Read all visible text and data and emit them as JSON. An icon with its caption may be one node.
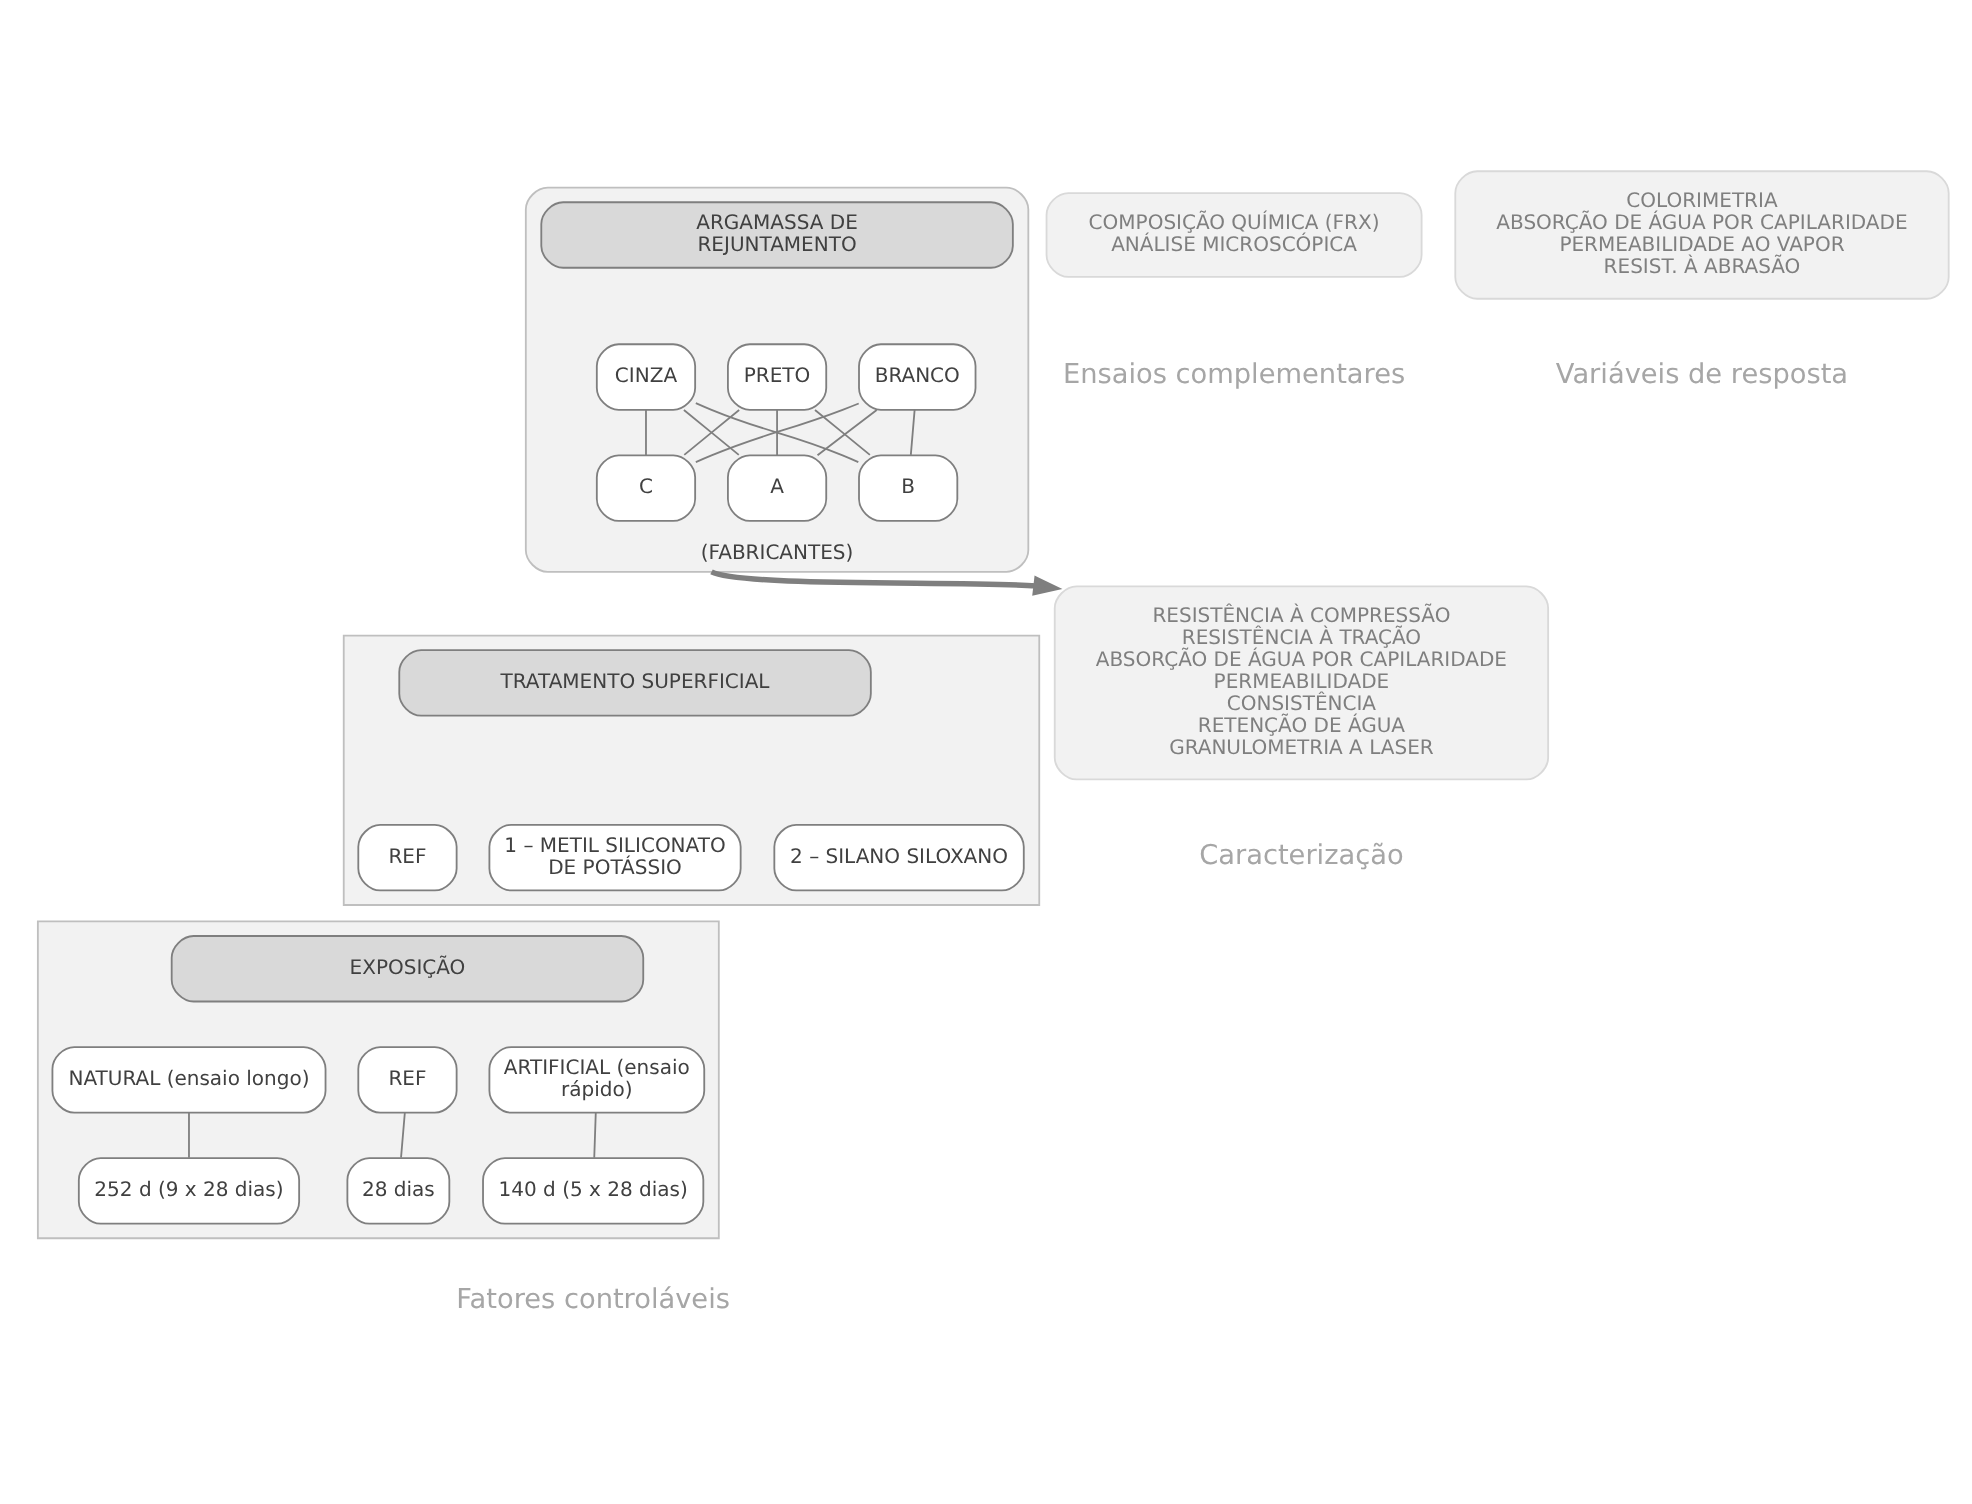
{
  "diagram": {
    "nodes": [
      {
        "text": [
          "(FABRICANTES)"
        ]
      },
      {
        "text": [
          "ARGAMASSA DE REJUNTAMENTO"
        ],
        "in": 0
      },
      {
        "text": [
          "BRANCO"
        ],
        "in": 0
      },
      {
        "text": [
          "CINZA"
        ],
        "in": 0
      },
      {
        "text": [
          "PRETO"
        ],
        "in": 0
      },
      {
        "text": [
          "A"
        ],
        "in": 0
      },
      {
        "text": [
          "B"
        ],
        "in": 0
      },
      {
        "text": [
          "C"
        ],
        "in": 0
      },
      {
        "text": [],
        "shape": "box"
      },
      {
        "text": [
          "TRATAMENTO SUPERFICIAL"
        ],
        "in": 8
      },
      {
        "text": [
          "1 – METIL SILICONATO DE POTÁSSIO"
        ],
        "in": 8
      },
      {
        "text": [
          "2 – SILANO SILOXANO"
        ],
        "in": 8
      },
      {
        "text": [
          "REF"
        ],
        "in": 8
      },
      {
        "text": [],
        "shape": "box"
      },
      {
        "text": [
          "EXPOSIÇÃO"
        ],
        "in": 13
      },
      {
        "text": [
          "NATURAL (ensaio longo)"
        ],
        "in": 13
      },
      {
        "text": [
          "REF"
        ],
        "in": 13
      },
      {
        "text": [
          "ARTIFICIAL (ensaio rápido)"
        ],
        "in": 13
      },
      {
        "text": [
          "252 d (9 x 28 dias)"
        ],
        "in": 13
      },
      {
        "text": [
          "28 dias"
        ],
        "in": 13
      },
      {
        "text": [
          "140 d (5 x 28 dias)"
        ],
        "in": 13
      },
      {
        "text": [
          "RESISTÊNCIA À COMPRESSÃO",
          "RESISTÊNCIA À TRAÇÃO",
          "ABSORÇÃO DE ÁGUA POR CAPILARIDADE",
          "PERMEABILIDADE",
          "CONSISTÊNCIA",
          "RETENÇÃO DE ÁGUA",
          "GRANULOMETRIA A LASER"
        ],
        "beside": [
          "Caracterização"
        ]
      },
      {
        "text": [
          "COMPOSIÇÃO QUÍMICA (FRX)",
          "ANÁLISE MICROSCÓPICA"
        ],
        "beside": [
          "Ensaios complementares"
        ]
      },
      {
        "text": [
          "COLORIMETRIA",
          "ABSORÇÃO DE ÁGUA POR CAPILARIDADE",
          "PERMEABILIDADE AO VAPOR",
          "RESIST. À ABRASÃO"
        ],
        "beside": [
          "Variáveis de resposta"
        ]
      }
    ],
    "edges": [
      {
        "from": 2,
        "to": 5,
        "arrow": "none"
      },
      {
        "from": 2,
        "to": 6,
        "arrow": "none"
      },
      {
        "from": 2,
        "to": 7,
        "arrow": "none"
      },
      {
        "from": 3,
        "to": 5,
        "arrow": "none"
      },
      {
        "from": 3,
        "to": 6,
        "arrow": "none"
      },
      {
        "from": 3,
        "to": 7,
        "arrow": "none"
      },
      {
        "from": 4,
        "to": 5,
        "arrow": "none"
      },
      {
        "from": 4,
        "to": 6,
        "arrow": "none"
      },
      {
        "from": 4,
        "to": 7,
        "arrow": "none"
      },
      {
        "from": 15,
        "to": 18,
        "arrow": "none"
      },
      {
        "from": 16,
        "to": 19,
        "arrow": "none"
      },
      {
        "from": 17,
        "to": 20,
        "arrow": "none"
      },
      {
        "from": 0,
        "to": 21,
        "arrow": "to",
        "style": "thick"
      }
    ],
    "labels": [
      "Fatores controláveis"
    ]
  }
}
